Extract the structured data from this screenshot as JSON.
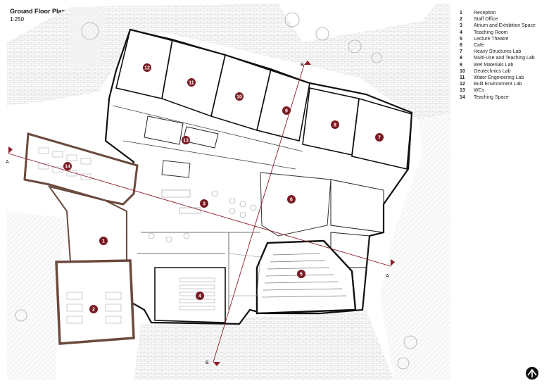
{
  "header": {
    "title": "Ground Floor Plan",
    "scale": "1:250"
  },
  "legend": [
    {
      "num": "1",
      "label": "Reception"
    },
    {
      "num": "2",
      "label": "Staff Office"
    },
    {
      "num": "3",
      "label": "Atrium and Exhibition Space"
    },
    {
      "num": "4",
      "label": "Teaching Room"
    },
    {
      "num": "5",
      "label": "Lecture Theatre"
    },
    {
      "num": "6",
      "label": "Cafe"
    },
    {
      "num": "7",
      "label": "Heavy Structures Lab"
    },
    {
      "num": "8",
      "label": "Multi-Use and Teaching Lab"
    },
    {
      "num": "9",
      "label": "Wet Materials Lab"
    },
    {
      "num": "10",
      "label": "Geotechnics Lab"
    },
    {
      "num": "11",
      "label": "Water Engineering Lab"
    },
    {
      "num": "12",
      "label": "Built Environment Lab"
    },
    {
      "num": "13",
      "label": "WCs"
    },
    {
      "num": "14",
      "label": "Teaching Space"
    }
  ],
  "sections": {
    "a": "A",
    "b": "B"
  },
  "colors": {
    "marker": "#7a1a22",
    "wall": "#111111",
    "section_line": "#8c1c2a",
    "old_wall": "#6b4a3e"
  }
}
